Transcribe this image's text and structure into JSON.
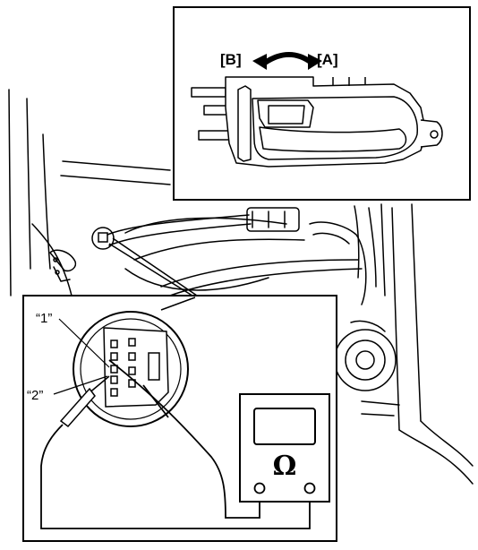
{
  "labels": {
    "direction_b": "[B]",
    "direction_a": "[A]",
    "terminal_1": "“1”",
    "terminal_2": "“2”",
    "ohmmeter_symbol": "Ω"
  },
  "icons": {
    "ohmmeter": "ohmmeter-icon",
    "double_arrow": "double-arrow-icon",
    "door_handle": "door-handle-icon"
  }
}
